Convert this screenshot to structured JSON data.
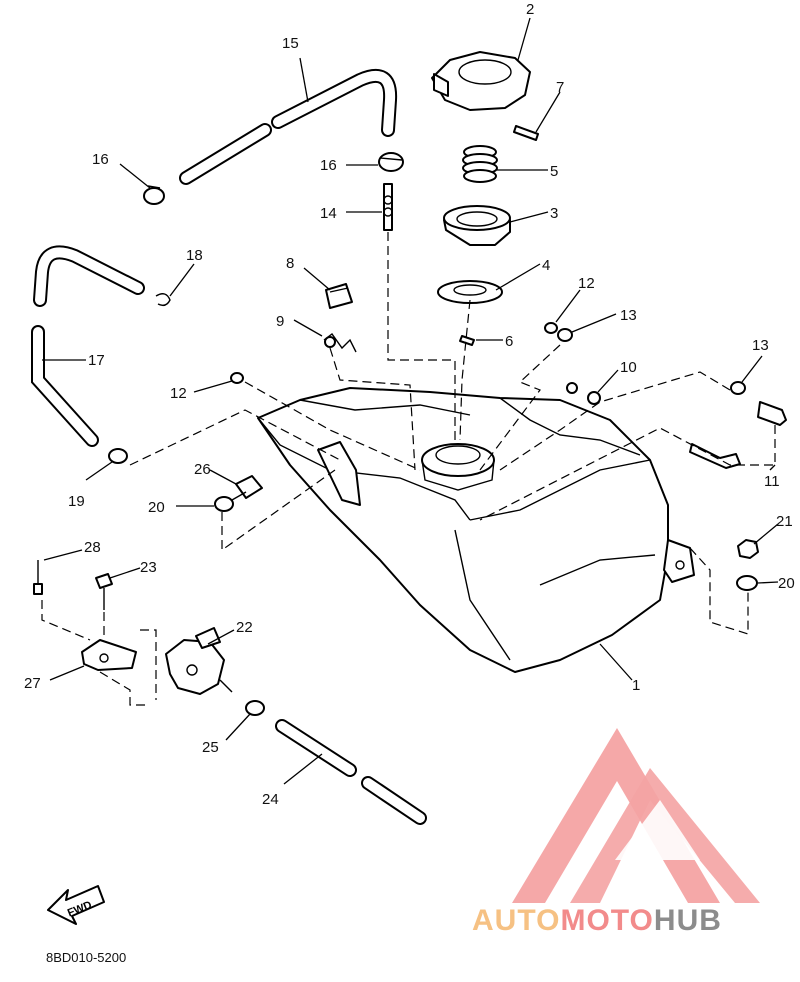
{
  "diagram_code": "8BD010-5200",
  "fwd_label": "FWD",
  "watermark": {
    "part1": "AUTO",
    "part2": "MOTO",
    "part3": "HUB",
    "colors": {
      "auto": "#f6c183",
      "moto": "#f28b8b",
      "hub": "#8c8c8c",
      "logo": "#f4a3a3"
    }
  },
  "callouts": {
    "c1": "1",
    "c2": "2",
    "c3": "3",
    "c4": "4",
    "c5": "5",
    "c6": "6",
    "c7": "7",
    "c8": "8",
    "c9": "9",
    "c10": "10",
    "c11": "11",
    "c12a": "12",
    "c12b": "12",
    "c13a": "13",
    "c13b": "13",
    "c14": "14",
    "c15": "15",
    "c16a": "16",
    "c16b": "16",
    "c17": "17",
    "c18": "18",
    "c19": "19",
    "c20a": "20",
    "c20b": "20",
    "c21": "21",
    "c22": "22",
    "c23": "23",
    "c24": "24",
    "c25": "25",
    "c26": "26",
    "c27": "27",
    "c28": "28"
  }
}
